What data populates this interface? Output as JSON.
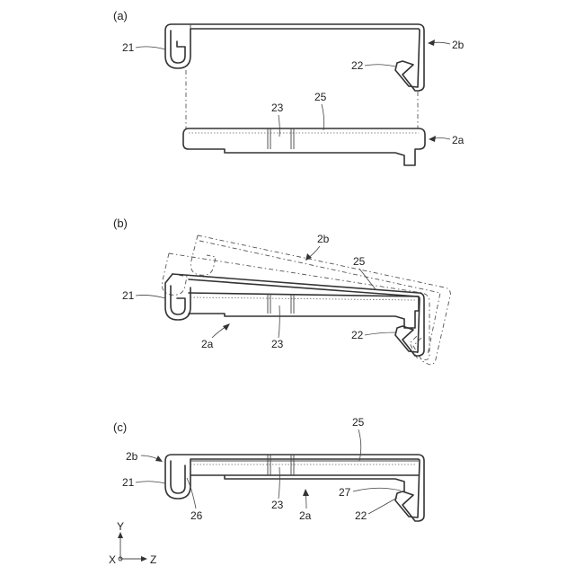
{
  "panels": {
    "a": "(a)",
    "b": "(b)",
    "c": "(c)"
  },
  "labels": {
    "n21": "21",
    "n22": "22",
    "n23": "23",
    "n25": "25",
    "n26": "26",
    "n27": "27",
    "n2a": "2a",
    "n2b": "2b"
  },
  "axes": {
    "y": "Y",
    "x": "X",
    "z": "Z"
  }
}
